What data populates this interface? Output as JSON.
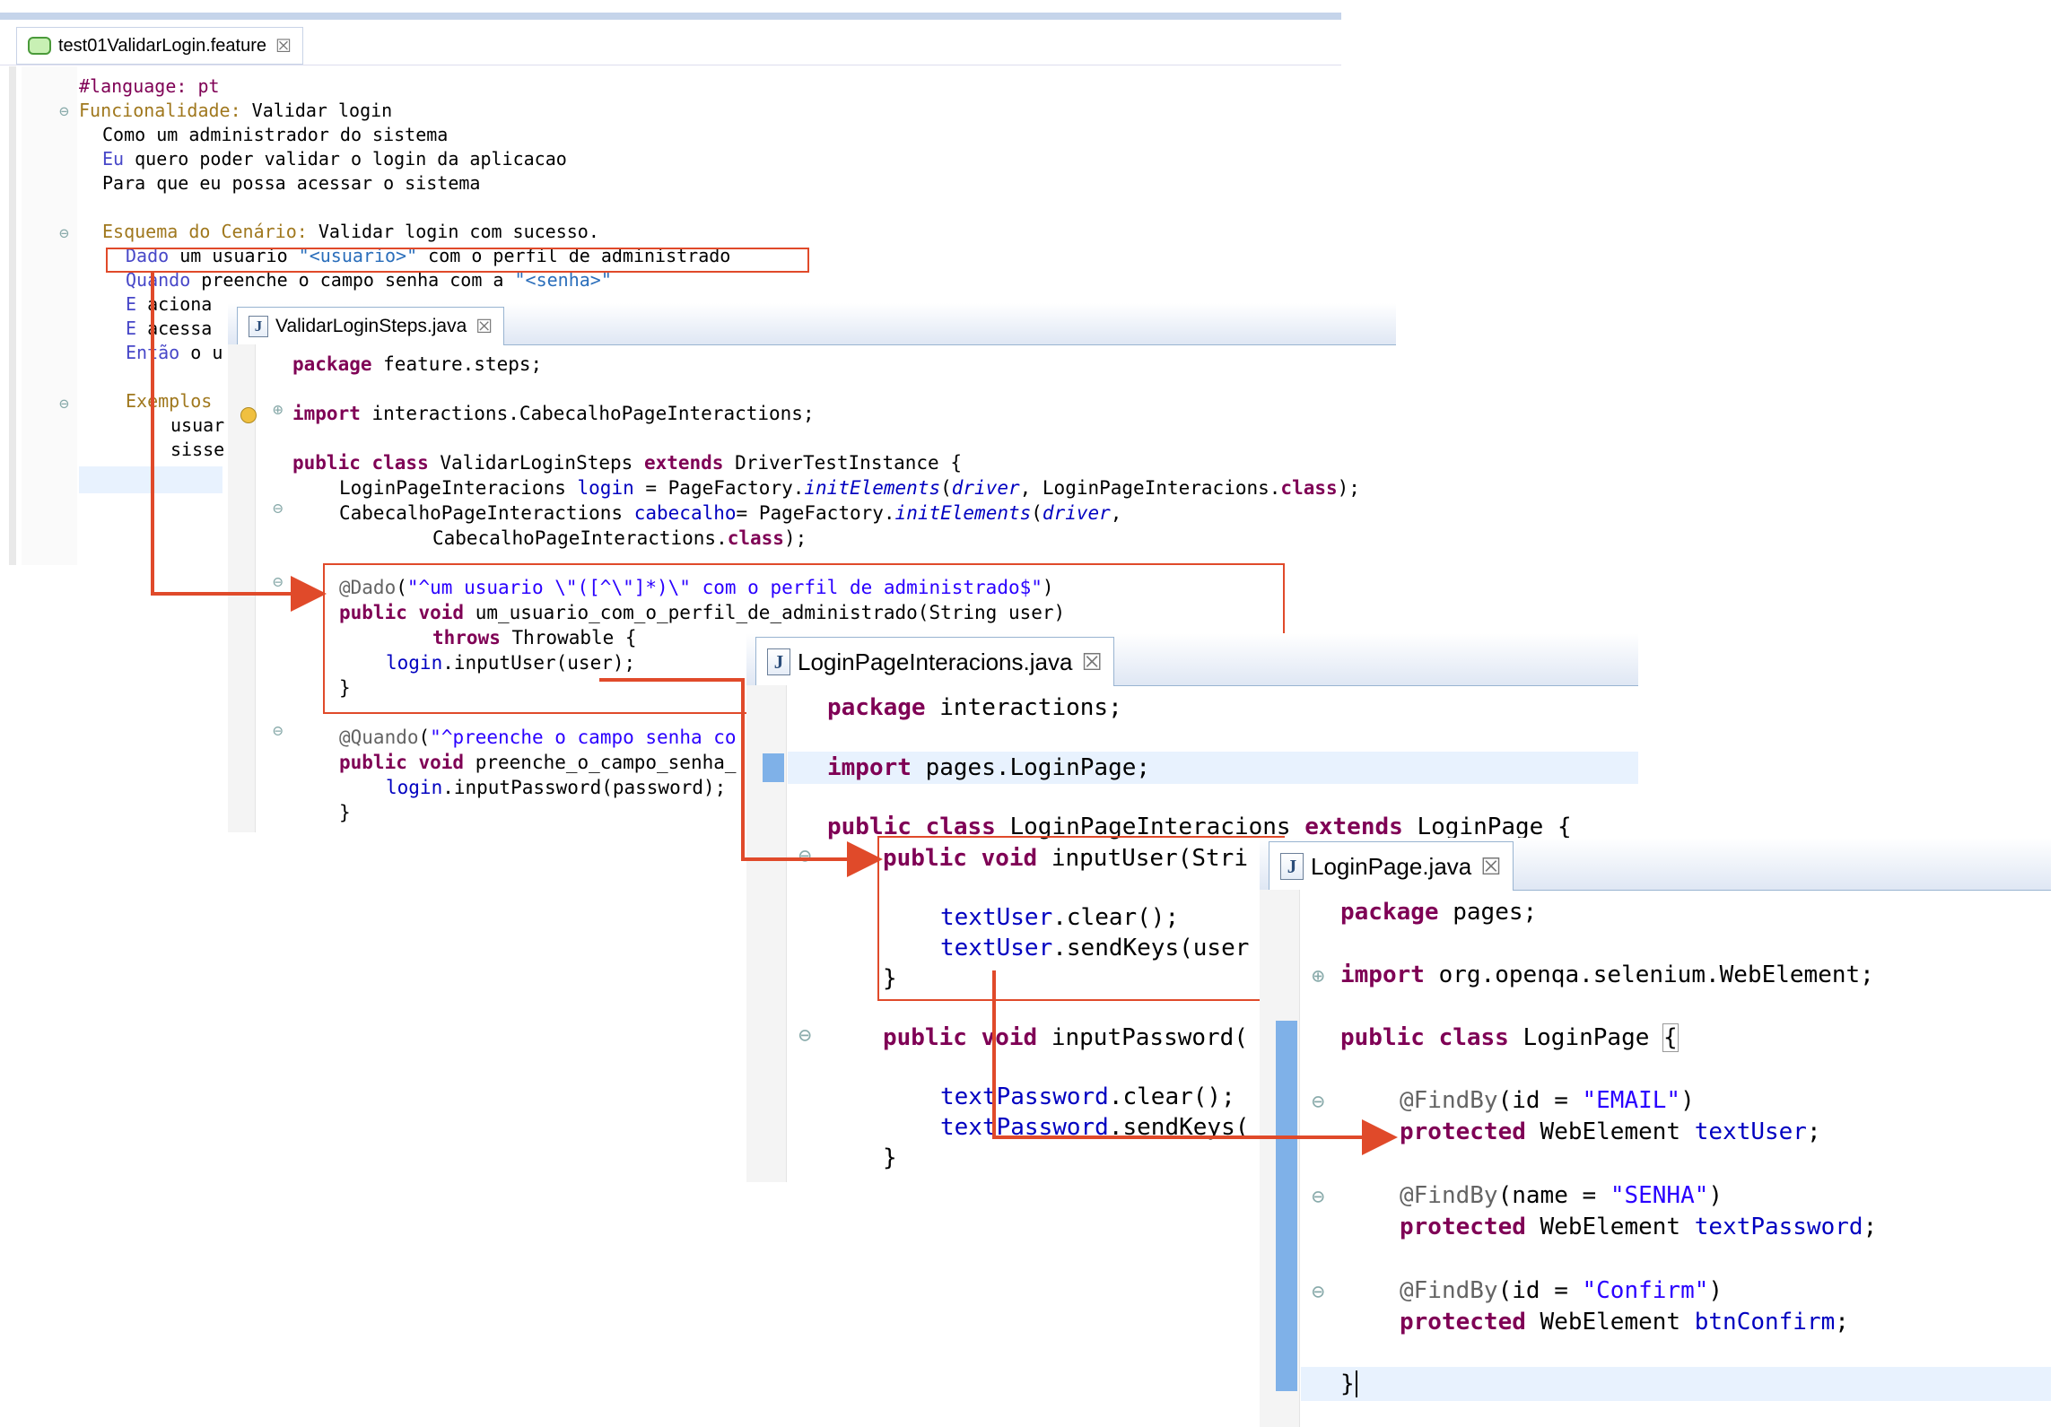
{
  "feature_editor": {
    "tab_title": "test01ValidarLogin.feature",
    "close_glyph": "☒",
    "lines": [
      {
        "k": "#language: pt"
      },
      {
        "k": "Funcionalidade:",
        "t": " Validar login"
      },
      {
        "t": "Como um administrador do sistema"
      },
      {
        "k": "Eu",
        "t": " quero poder validar o login da aplicacao"
      },
      {
        "t": "Para que eu possa acessar o sistema"
      },
      {
        "k": "Esquema do Cenário:",
        "t": " Validar login com sucesso."
      },
      {
        "k": "Dado",
        "t": " um usuario ",
        "p": "\"<usuario>\"",
        "t2": " com o perfil de administrado"
      },
      {
        "k": "Quando",
        "t": " preenche o campo senha com a ",
        "p": "\"<senha>\""
      },
      {
        "k": "E",
        "t": " aciona"
      },
      {
        "k": "E",
        "t": " acessa"
      },
      {
        "k": "Então",
        "t": " o u"
      },
      {
        "k": "Exemplos"
      },
      {
        "t": "usuar"
      },
      {
        "t": "sisse"
      }
    ]
  },
  "steps_editor": {
    "tab_title": "ValidarLoginSteps.java",
    "close_glyph": "☒",
    "file_icon": "J",
    "code": {
      "pkg_kw": "package",
      "pkg": " feature.steps;",
      "imp_kw": "import",
      "imp": " interactions.CabecalhoPageInteractions;",
      "cls_kw1": "public class",
      "cls_name": " ValidarLoginSteps ",
      "cls_kw2": "extends",
      "cls_rest": " DriverTestInstance {",
      "f1_type": "LoginPageInteracions ",
      "f1_name": "login",
      "f1_eq": " = PageFactory.",
      "f1_call": "initElements",
      "f1_open": "(",
      "f1_arg": "driver",
      "f1_mid": ", LoginPageInteracions.",
      "f1_kw": "class",
      "f1_end": ");",
      "f2_type": "CabecalhoPageInteractions ",
      "f2_name": "cabecalho",
      "f2_eq": "= PageFactory.",
      "f2_call": "initElements",
      "f2_open": "(",
      "f2_arg": "driver",
      "f2_end": ",",
      "f3": "CabecalhoPageInteractions.",
      "f3_kw": "class",
      "f3_end": ");",
      "a1_ann": "@Dado",
      "a1_open": "(",
      "a1_str": "\"^um usuario \\\"([^\\\"]*)\\\" com o perfil de administrado$\"",
      "a1_close": ")",
      "m1_kw": "public void",
      "m1": " um_usuario_com_o_perfil_de_administrado(String user)",
      "m1_throws": "throws",
      "m1_thr": " Throwable {",
      "m1_body_f": "login",
      "m1_body": ".inputUser(user);",
      "brace": "}",
      "a2_ann": "@Quando",
      "a2_open": "(",
      "a2_str": "\"^preenche o campo senha co",
      "m2_kw": "public void",
      "m2": " preenche_o_campo_senha_",
      "m2_body_f": "login",
      "m2_body": ".inputPassword(password);"
    }
  },
  "interactions_editor": {
    "tab_title": "LoginPageInteracions.java",
    "close_glyph": "☒",
    "file_icon": "J",
    "code": {
      "pkg_kw": "package",
      "pkg": " interactions;",
      "imp_kw": "import",
      "imp": " pages.LoginPage;",
      "cls_kw1": "public class",
      "cls_name": " LoginPageInteracions ",
      "cls_kw2": "extends",
      "cls_rest": " LoginPage {",
      "m1_kw": "public void",
      "m1": " inputUser(Stri",
      "l1_f": "textUser",
      "l1": ".clear();",
      "l2_f": "textUser",
      "l2": ".sendKeys(user",
      "brace": "}",
      "m2_kw": "public void",
      "m2": " inputPassword(",
      "l3_f": "textPassword",
      "l3": ".clear();",
      "l4_f": "textPassword",
      "l4": ".sendKeys("
    }
  },
  "page_editor": {
    "tab_title": "LoginPage.java",
    "close_glyph": "☒",
    "file_icon": "J",
    "code": {
      "pkg_kw": "package",
      "pkg": " pages;",
      "imp_kw": "import",
      "imp": " org.openqa.selenium.WebElement;",
      "cls_kw1": "public class",
      "cls_name": " LoginPage ",
      "cls_brace": "{",
      "a1_ann": "@FindBy",
      "a1_open": "(id = ",
      "a1_str": "\"EMAIL\"",
      "a1_close": ")",
      "f1_kw": "protected",
      "f1_type": " WebElement ",
      "f1_name": "textUser",
      "f1_end": ";",
      "a2_ann": "@FindBy",
      "a2_open": "(name = ",
      "a2_str": "\"SENHA\"",
      "a2_close": ")",
      "f2_kw": "protected",
      "f2_type": " WebElement ",
      "f2_name": "textPassword",
      "f2_end": ";",
      "a3_ann": "@FindBy",
      "a3_open": "(id = ",
      "a3_str": "\"Confirm\"",
      "a3_close": ")",
      "f3_kw": "protected",
      "f3_type": " WebElement ",
      "f3_name": "btnConfirm",
      "f3_end": ";",
      "end_brace": "}"
    }
  },
  "colors": {
    "arrow": "#e04a2a",
    "keyword": "#7f0055",
    "string": "#2a00ff",
    "field": "#0000c0",
    "gherkin_keyword": "#a0781e"
  }
}
